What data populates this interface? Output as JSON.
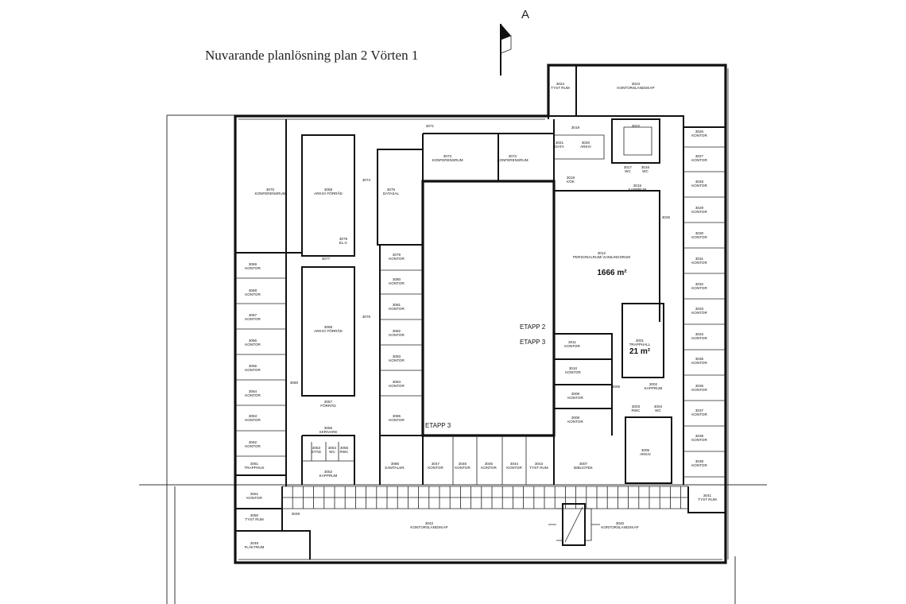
{
  "title": "Nuvarande planlösning plan 2 Vörten 1",
  "section_marker": "A",
  "areas": {
    "main_hall": "1666 m²",
    "stair_hall": "21 m²"
  },
  "etapp_labels": [
    "ETAPP 2",
    "ETAPP 3",
    "ETAPP 3"
  ],
  "rooms": [
    {
      "no": "3070",
      "name": "KONFERENSRUM"
    },
    {
      "no": "3069",
      "name": "KONTOR"
    },
    {
      "no": "3068",
      "name": "KONTOR"
    },
    {
      "no": "3067",
      "name": "KONTOR"
    },
    {
      "no": "3066",
      "name": "KONTOR"
    },
    {
      "no": "3065",
      "name": "KONTOR"
    },
    {
      "no": "3064",
      "name": "KONTOR"
    },
    {
      "no": "3063",
      "name": "KONTOR"
    },
    {
      "no": "3062",
      "name": "KONTOR"
    },
    {
      "no": "3061",
      "name": "TRAPPHUS"
    },
    {
      "no": "3051",
      "name": "KONTOR"
    },
    {
      "no": "3050",
      "name": "TYST RUM"
    },
    {
      "no": "3048",
      "name": ""
    },
    {
      "no": "3049",
      "name": "FLÄKTRUM"
    },
    {
      "no": "3059",
      "name": "ARKIV/ FÖRRÅD"
    },
    {
      "no": "3078",
      "name": "EL-C"
    },
    {
      "no": "3077",
      "name": ""
    },
    {
      "no": "3074",
      "name": ""
    },
    {
      "no": "3076",
      "name": ""
    },
    {
      "no": "3058",
      "name": "ARKIV/ FÖRRÅD"
    },
    {
      "no": "3060",
      "name": ""
    },
    {
      "no": "3057",
      "name": "FÖRRÅD"
    },
    {
      "no": "3056",
      "name": "SKRIVARE"
    },
    {
      "no": "3053",
      "name": "STÄD"
    },
    {
      "no": "3054",
      "name": "WC"
    },
    {
      "no": "3055",
      "name": "RWC"
    },
    {
      "no": "3052",
      "name": "KAPPRUM"
    },
    {
      "no": "3071",
      "name": ""
    },
    {
      "no": "3073",
      "name": "KONFERENSRUM"
    },
    {
      "no": "3072",
      "name": "KONFERENSRUM"
    },
    {
      "no": "3075",
      "name": "DATASAL"
    },
    {
      "no": "3079",
      "name": "KONTOR"
    },
    {
      "no": "3080",
      "name": "KONTOR"
    },
    {
      "no": "3081",
      "name": "KONTOR"
    },
    {
      "no": "3082",
      "name": "KONTOR"
    },
    {
      "no": "3083",
      "name": "KONTOR"
    },
    {
      "no": "3084",
      "name": "KONTOR"
    },
    {
      "no": "3085",
      "name": "KONTOR"
    },
    {
      "no": "3086",
      "name": "SAMTALSR."
    },
    {
      "no": "3047",
      "name": "KONTOR"
    },
    {
      "no": "3046",
      "name": "KONTOR"
    },
    {
      "no": "3045",
      "name": "KONTOR"
    },
    {
      "no": "3044",
      "name": "KONTOR"
    },
    {
      "no": "3043",
      "name": "TYST RUM"
    },
    {
      "no": "3042",
      "name": "KONTORSLANDSKAP"
    },
    {
      "no": "3040",
      "name": "KONTORSLANDSKAP"
    },
    {
      "no": "3041",
      "name": "TYST RUM"
    },
    {
      "no": "3024",
      "name": "TYST RUM"
    },
    {
      "no": "3023",
      "name": "KONTORSLANDSKAP"
    },
    {
      "no": "3019",
      "name": ""
    },
    {
      "no": "3021",
      "name": "DATA"
    },
    {
      "no": "3020",
      "name": "ARKIV"
    },
    {
      "no": "3022",
      "name": ""
    },
    {
      "no": "3018",
      "name": "KÖK"
    },
    {
      "no": "3017",
      "name": "WC"
    },
    {
      "no": "3016",
      "name": "WC"
    },
    {
      "no": "3015",
      "name": "KAPPRUM"
    },
    {
      "no": "3012",
      "name": "PERSONALRUM/ SAMLINGSRUM"
    },
    {
      "no": "3025",
      "name": ""
    },
    {
      "no": "3026",
      "name": "KONTOR"
    },
    {
      "no": "3027",
      "name": "KONTOR"
    },
    {
      "no": "3028",
      "name": "KONTOR"
    },
    {
      "no": "3029",
      "name": "KONTOR"
    },
    {
      "no": "3030",
      "name": "KONTOR"
    },
    {
      "no": "3031",
      "name": "KONTOR"
    },
    {
      "no": "3032",
      "name": "KONTOR"
    },
    {
      "no": "3033",
      "name": "KONTOR"
    },
    {
      "no": "3034",
      "name": "KONTOR"
    },
    {
      "no": "3035",
      "name": "KONTOR"
    },
    {
      "no": "3036",
      "name": "KONTOR"
    },
    {
      "no": "3037",
      "name": "KONTOR"
    },
    {
      "no": "3038",
      "name": "KONTOR"
    },
    {
      "no": "3039",
      "name": "KONTOR"
    },
    {
      "no": "3011",
      "name": "KONTOR"
    },
    {
      "no": "3010",
      "name": "KONTOR"
    },
    {
      "no": "3009",
      "name": "KONTOR"
    },
    {
      "no": "3008",
      "name": "KONTOR"
    },
    {
      "no": "3001",
      "name": "TRAPPHALL"
    },
    {
      "no": "3006",
      "name": ""
    },
    {
      "no": "3002",
      "name": "KAPPRUM"
    },
    {
      "no": "3003",
      "name": "RWC"
    },
    {
      "no": "3004",
      "name": "WC"
    },
    {
      "no": "3005",
      "name": "ARKIV"
    },
    {
      "no": "3007",
      "name": "BIBLIOTEK"
    }
  ]
}
